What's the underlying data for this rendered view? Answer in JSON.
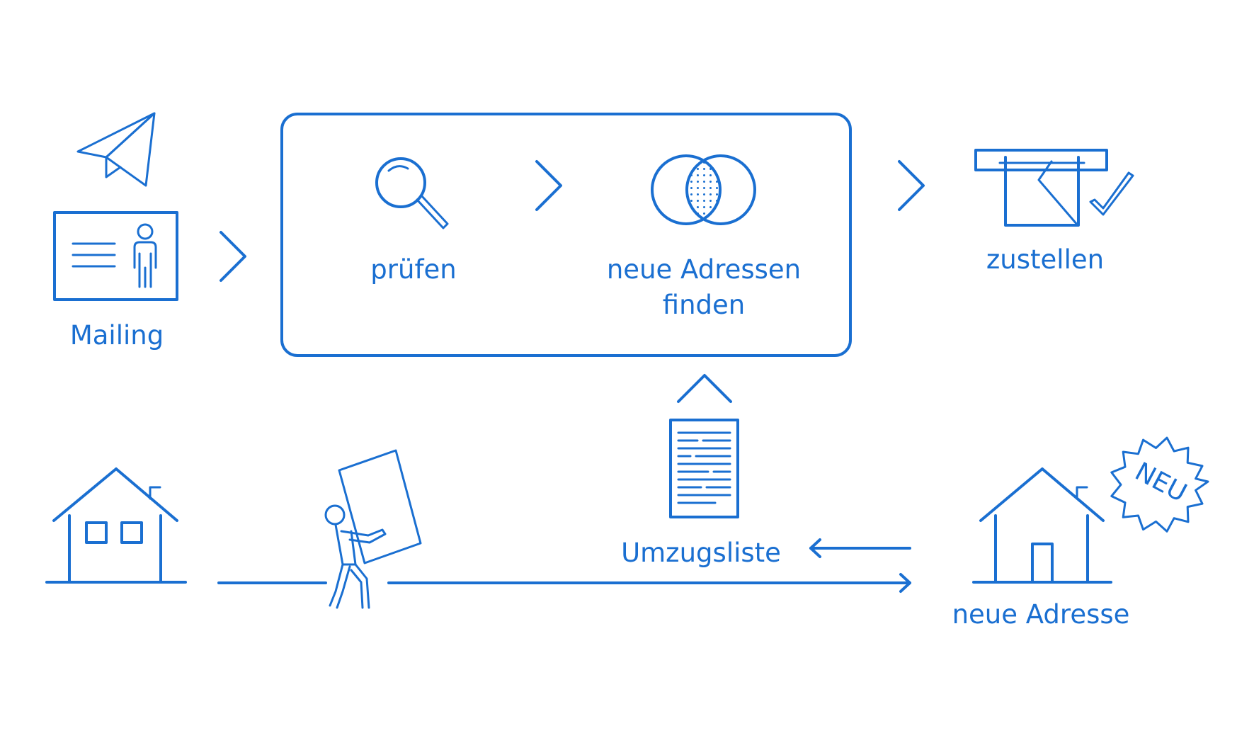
{
  "colors": {
    "accent": "#1a6fd1",
    "background": "#ffffff"
  },
  "labels": {
    "mailing": "Mailing",
    "pruefen": "prüfen",
    "neue_adressen_line1": "neue Adressen",
    "neue_adressen_line2": "finden",
    "zustellen": "zustellen",
    "umzugsliste": "Umzugsliste",
    "neue_adresse": "neue Adresse",
    "neu_badge": "NEU"
  },
  "icons": [
    "paper-plane-icon",
    "id-card-icon",
    "magnifier-icon",
    "venn-overlap-icon",
    "mailbox-slot-icon",
    "checkmark-icon",
    "house-icon",
    "mover-person-icon",
    "list-document-icon",
    "new-house-icon",
    "new-badge-icon",
    "chevron-right-icon",
    "chevron-up-icon",
    "arrow-left-icon",
    "arrow-right-icon"
  ]
}
